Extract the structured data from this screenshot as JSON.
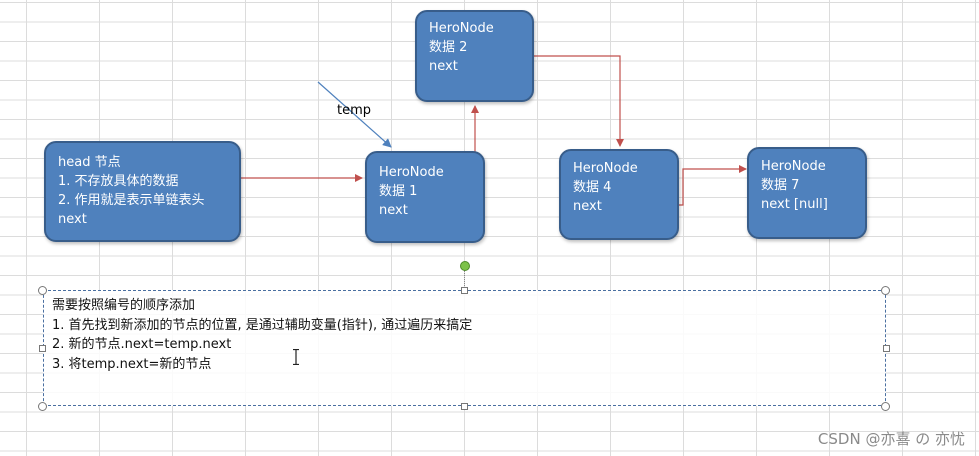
{
  "nodes": {
    "head": {
      "line1": "head 节点",
      "line2": "1. 不存放具体的数据",
      "line3": "2. 作用就是表示单链表头",
      "line4": "next"
    },
    "n1": {
      "line1": "HeroNode",
      "line2": "数据 1",
      "line3": "next"
    },
    "n2": {
      "line1": "HeroNode",
      "line2": "数据 2",
      "line3": "next"
    },
    "n4": {
      "line1": "HeroNode",
      "line2": "数据 4",
      "line3": "next"
    },
    "n7": {
      "line1": "HeroNode",
      "line2": "数据 7",
      "line3": "next [null]"
    }
  },
  "temp_label": "temp",
  "note": {
    "line1": "需要按照编号的顺序添加",
    "line2": "1. 首先找到新添加的节点的位置, 是通过辅助变量(指针), 通过遍历来搞定",
    "line3": "2. 新的节点.next=temp.next",
    "line4": "3. 将temp.next=新的节点"
  },
  "watermark": "CSDN @亦喜 の 亦忧",
  "colors": {
    "node_fill": "#4f81bd",
    "node_border": "#385d8a",
    "arrow": "#c0504d",
    "temp_arrow": "#4f81bd"
  }
}
